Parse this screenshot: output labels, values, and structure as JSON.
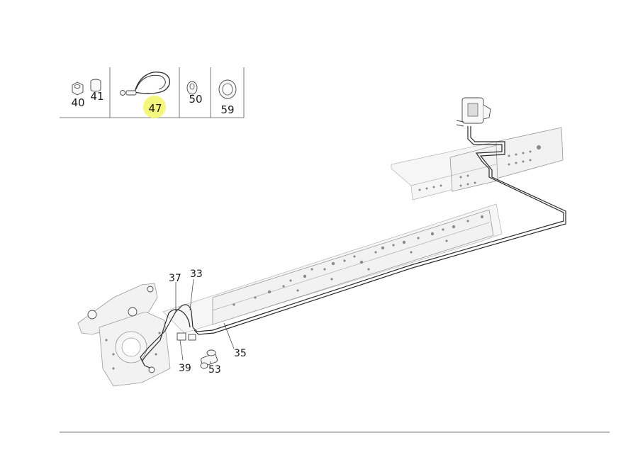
{
  "legend": {
    "cells": [
      {
        "numbers": [
          "40",
          "41"
        ]
      },
      {
        "numbers": [
          "47"
        ],
        "highlighted": true
      },
      {
        "numbers": [
          "50"
        ]
      },
      {
        "numbers": [
          "59"
        ]
      }
    ]
  },
  "callouts": [
    "37",
    "33",
    "35",
    "39",
    "53"
  ],
  "colors": {
    "highlight": "#f3f566",
    "line": "#2a2a2a",
    "frame": "#9a9a9a"
  }
}
